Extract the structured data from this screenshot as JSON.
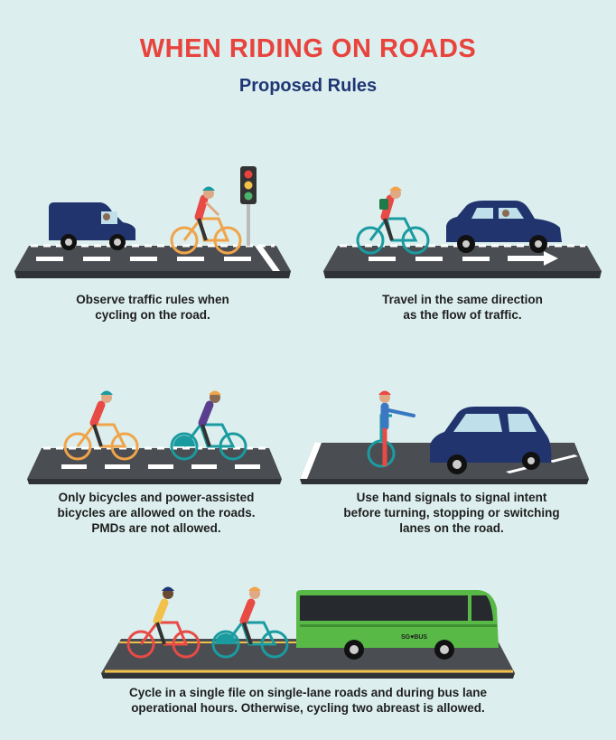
{
  "title": "WHEN RIDING ON ROADS",
  "subtitle": "Proposed Rules",
  "colors": {
    "title": "#e8433d",
    "subtitle": "#1f3674",
    "road": "#4a4d51",
    "road_edge": "#2f3236",
    "lane_mark": "#ffffff",
    "car": "#22346e",
    "bus": "#58b947",
    "bike_orange": "#f0a44a",
    "bike_teal": "#1a9ba0",
    "bike_red": "#e84a45",
    "background": "#dcefee"
  },
  "rules": [
    {
      "lines": [
        "Observe traffic rules when",
        "cycling on the road."
      ]
    },
    {
      "lines": [
        "Travel in the same direction",
        "as the flow of traffic."
      ]
    },
    {
      "lines": [
        "Only bicycles and power-assisted",
        "bicycles are allowed on the roads.",
        "PMDs are not allowed."
      ]
    },
    {
      "lines": [
        "Use hand signals to signal intent",
        "before turning, stopping or switching",
        "lanes on the road."
      ]
    },
    {
      "lines": [
        "Cycle in a single file on single-lane roads and during bus lane",
        "operational hours. Otherwise, cycling two abreast is allowed."
      ]
    }
  ],
  "bus_logo": "SG♥BUS"
}
